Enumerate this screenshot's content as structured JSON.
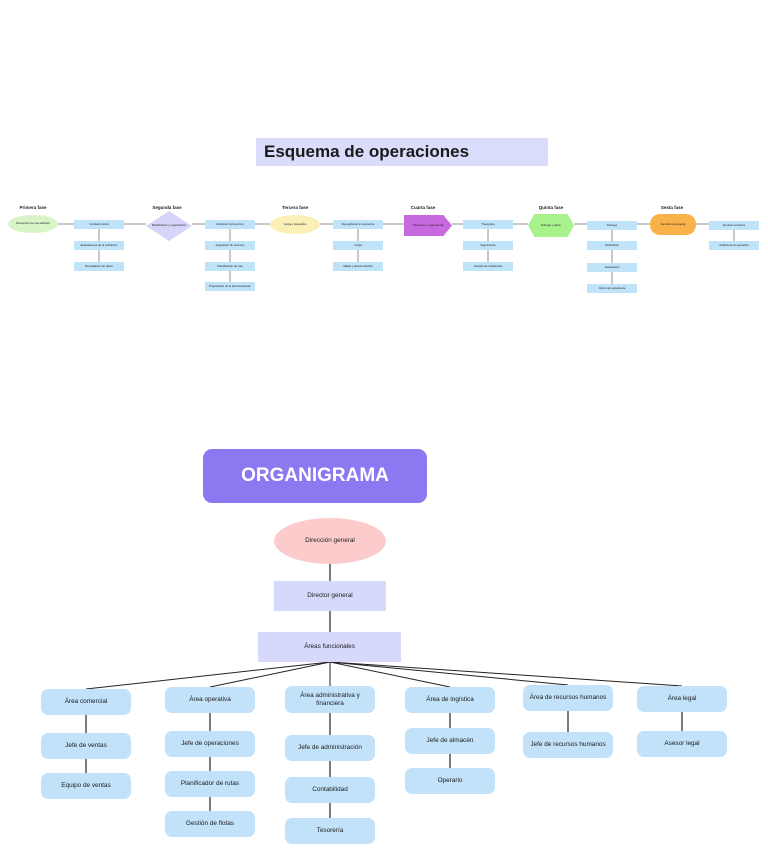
{
  "ops": {
    "title": "Esquema de operaciones",
    "phases": [
      {
        "label": "Primera fase",
        "key": "Recepción de una solicitud",
        "steps": [
          "Contacto inicial",
          "Evaluaciones de la cotización",
          "Recopilación de datos"
        ]
      },
      {
        "label": "Segunda fase",
        "key": "Planificación y organización",
        "steps": [
          "Definición del servicio",
          "Asignación de recursos",
          "Planificación de ruta",
          "Preparación de la documentación"
        ]
      },
      {
        "label": "Tercera fase",
        "key": "Carga y despacho",
        "steps": [
          "Recogida de la mercancía",
          "Carga",
          "Salida y documentación"
        ]
      },
      {
        "label": "Cuarta fase",
        "key": "Transporte y seguimiento",
        "steps": [
          "Transporte",
          "Seguimiento",
          "Gestión de incidencias"
        ]
      },
      {
        "label": "Quinta fase",
        "key": "Entrega y cierre",
        "steps": [
          "Entrega",
          "Verificación",
          "Facturación",
          "Cierre del expediente"
        ]
      },
      {
        "label": "Sexta fase",
        "key": "Atención post-venta",
        "steps": [
          "Atención al cliente",
          "Análisis de la operación"
        ]
      }
    ],
    "colors": {
      "box": "#bfe3f8",
      "green": "#d8f5c7",
      "lavender": "#d6d4f8",
      "yellow": "#fbefb8",
      "magenta": "#c86adf",
      "lime": "#a7f28d",
      "orange": "#f9b24a"
    }
  },
  "org": {
    "title": "ORGANIGRAMA",
    "root": "Dirección general",
    "director": "Director general",
    "functional": "Áreas funcionales",
    "columns": [
      [
        "Área comercial",
        "Jefe de ventas",
        "Equipo de ventas"
      ],
      [
        "Área operativa",
        "Jefe de operaciones",
        "Planificador de rutas",
        "Gestión de flotas"
      ],
      [
        "Área administrativa y financiera",
        "Jefe de administración",
        "Contabilidad",
        "Tesorería"
      ],
      [
        "Área  de logística",
        "Jefe de almacén",
        "Operario"
      ],
      [
        "Área  de recursos humanos",
        "Jefe de recursos humanos"
      ],
      [
        "Área legal",
        "Asesor legal"
      ]
    ],
    "colors": {
      "title_bg": "#8c78f0",
      "pill": "#c2e2fa",
      "square": "#d6d9fb",
      "oval": "#fccccc"
    }
  }
}
